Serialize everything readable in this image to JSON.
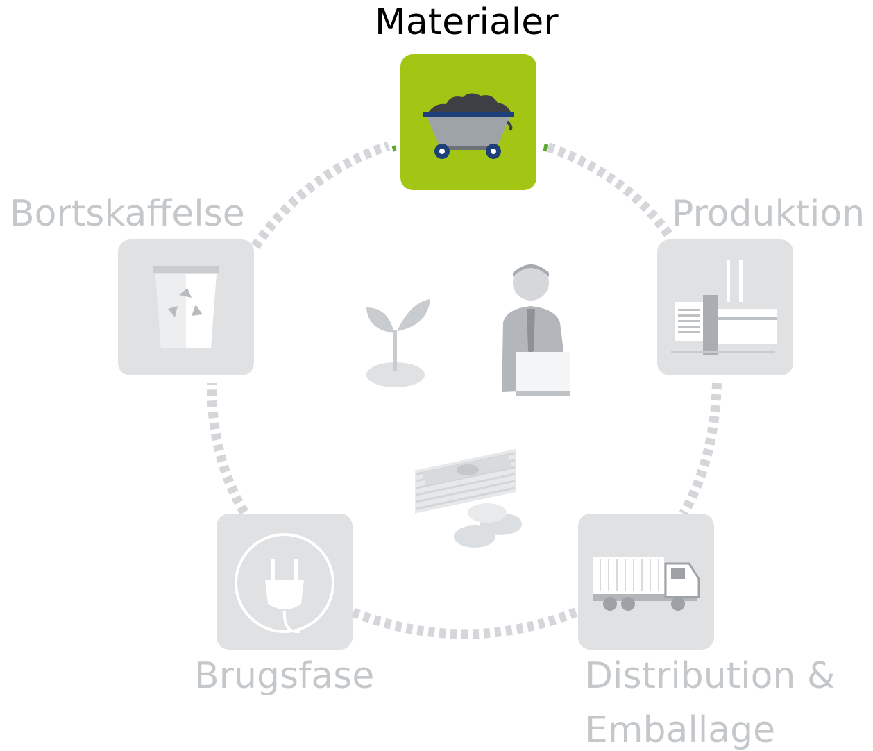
{
  "diagram": {
    "stages": [
      {
        "id": "materialer",
        "label": "Materialer",
        "icon": "wheelbarrow-icon",
        "active": true
      },
      {
        "id": "produktion",
        "label": "Produktion",
        "icon": "factory-icon",
        "active": false
      },
      {
        "id": "distribution",
        "label": "Distribution &",
        "label2": "Emballage",
        "icon": "truck-icon",
        "active": false
      },
      {
        "id": "brugsfase",
        "label": "Brugsfase",
        "icon": "plug-icon",
        "active": false
      },
      {
        "id": "bortskaffelse",
        "label": "Bortskaffelse",
        "icon": "recycle-bin-icon",
        "active": false
      }
    ],
    "center_icons": [
      "sprout-icon",
      "businessman-icon",
      "money-icon"
    ],
    "colors": {
      "active_tile": "#a3c514",
      "inactive_tile": "#dfe1e3",
      "inactive_text": "#c5c8cb",
      "active_text": "#000000",
      "ring_dash": "#d4d6d9",
      "ring_active": "#5aa832"
    }
  }
}
